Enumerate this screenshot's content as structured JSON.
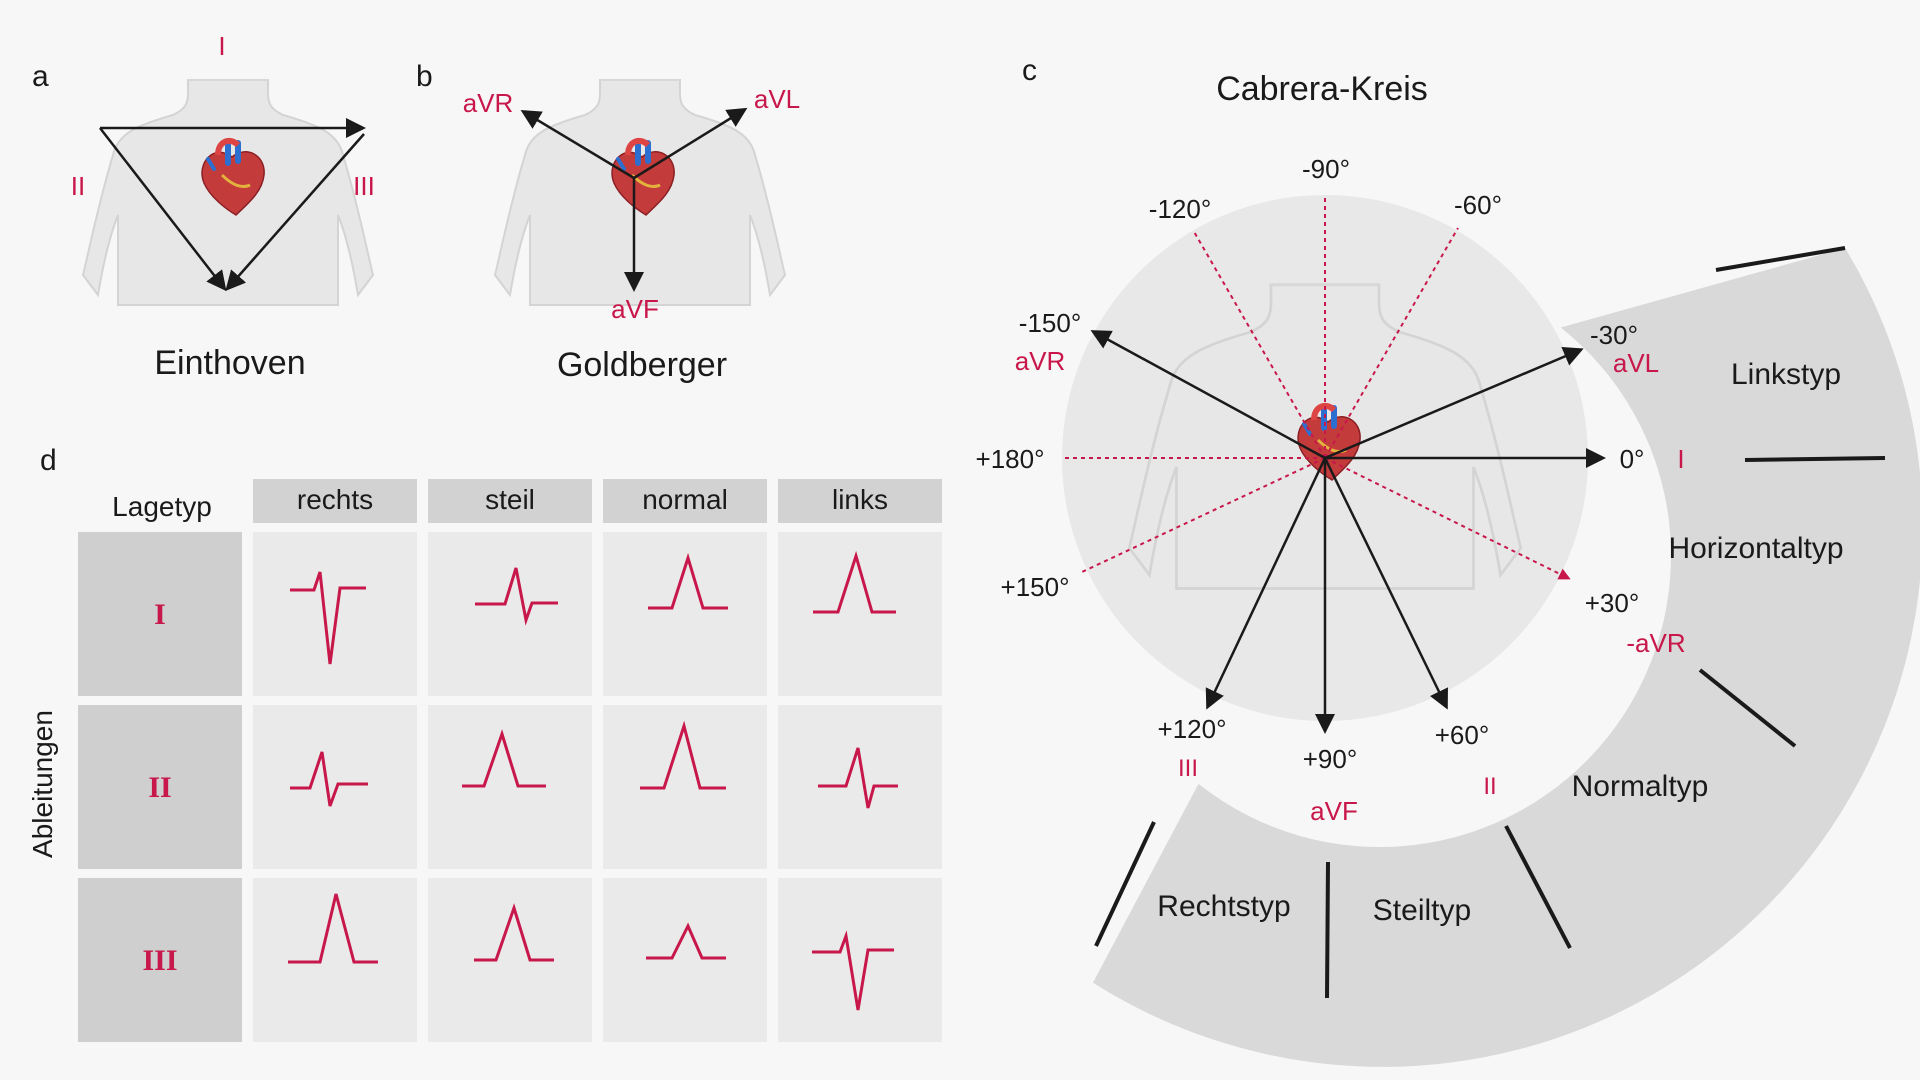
{
  "colors": {
    "red": "#c8174a",
    "text": "#1a1a1a",
    "cell": "#eaeaea",
    "row_head": "#cfcfcf",
    "col_head": "#d2d2d2",
    "arc": "#d9d9d9",
    "circle": "#e9e9e9"
  },
  "panel_a": {
    "letter": "a",
    "title": "Einthoven",
    "leads": {
      "top": "I",
      "left": "II",
      "right": "III"
    }
  },
  "panel_b": {
    "letter": "b",
    "title": "Goldberger",
    "leads": {
      "left": "aVR",
      "right": "aVL",
      "bottom": "aVF"
    }
  },
  "panel_c": {
    "letter": "c",
    "title": "Cabrera-Kreis",
    "angles": {
      "m90": "-90°",
      "m120": "-120°",
      "m60": "-60°",
      "m150": "-150°",
      "m30": "-30°",
      "p180": "+180°",
      "z0": "0°",
      "p150": "+150°",
      "p30": "+30°",
      "p120": "+120°",
      "p90": "+90°",
      "p60": "+60°"
    },
    "leads": {
      "avr": "aVR",
      "avl": "aVL",
      "i": "I",
      "minus_avr": "-aVR",
      "iii": "III",
      "avf": "aVF",
      "ii": "II"
    },
    "zones": {
      "links": "Linkstyp",
      "horizontal": "Horizontaltyp",
      "normal": "Normaltyp",
      "rechts": "Rechtstyp",
      "steil": "Steiltyp"
    }
  },
  "panel_d": {
    "letter": "d",
    "corner": "Lagetyp",
    "side_label": "Ableitungen",
    "columns": [
      "rechts",
      "steil",
      "normal",
      "links"
    ],
    "rows": [
      "I",
      "II",
      "III"
    ]
  }
}
